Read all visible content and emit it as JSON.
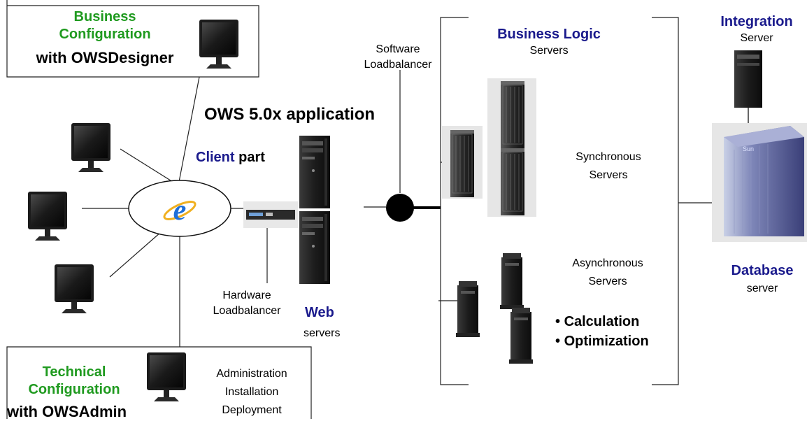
{
  "business_config": {
    "line1": "Business",
    "line2": "Configuration",
    "line3": "with OWSDesigner"
  },
  "technical_config": {
    "line1": "Technical",
    "line2": "Configuration",
    "line3": "with OWSAdmin"
  },
  "admin_tasks": [
    "Administration",
    "Installation",
    "Deployment"
  ],
  "application_title": "OWS 5.0x application",
  "client_part": {
    "emphasis": "Client",
    "rest": " part"
  },
  "software_lb": [
    "Software",
    "Loadbalancer"
  ],
  "hardware_lb": [
    "Hardware",
    "Loadbalancer"
  ],
  "web_servers": {
    "emphasis": "Web",
    "rest": "servers"
  },
  "business_logic": {
    "title": "Business Logic",
    "subtitle": "Servers"
  },
  "synchronous": [
    "Synchronous",
    "Servers"
  ],
  "asynchronous": [
    "Asynchronous",
    "Servers"
  ],
  "async_tasks": [
    "Calculation",
    "Optimization"
  ],
  "integration": {
    "title": "Integration",
    "subtitle": "Server"
  },
  "database": {
    "title": "Database",
    "subtitle": "server"
  },
  "colors": {
    "green": "#1f9a1f",
    "navy": "#1a1a8c"
  }
}
